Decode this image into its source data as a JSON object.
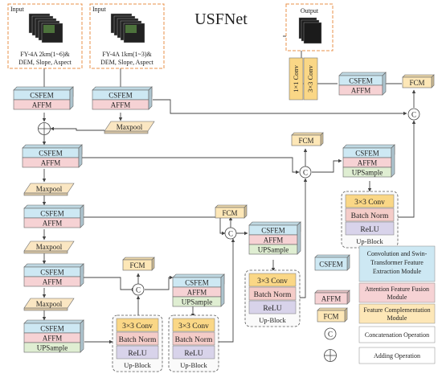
{
  "title": "USFNet",
  "inputs": [
    {
      "label": "Input",
      "caption_line1": "FY-4A 2km(1~6)&",
      "caption_line2": "DEM, Slope, Aspect"
    },
    {
      "label": "Input",
      "caption_line1": "FY-4A 1km(1~3)&",
      "caption_line2": "DEM, Slope, Aspect"
    }
  ],
  "output": {
    "label": "Output"
  },
  "blocks": {
    "csfem": "CSFEM",
    "affm": "AFFM",
    "upsample": "UPSample",
    "maxpool": "Maxpool",
    "fcm": "FCM",
    "conv1x1": "1×1 Conv",
    "conv3x3": "3×3 Conv",
    "batch_norm": "Batch Norm",
    "relu": "ReLU",
    "upblock": "Up-Block"
  },
  "ops": {
    "concat": "C"
  },
  "legend": [
    {
      "key": "CSFEM",
      "desc_lines": [
        "Convolution and Swin-",
        "Transformer Feature",
        "Extraction Module"
      ]
    },
    {
      "key": "AFFM",
      "desc_lines": [
        "Attention Feature Fusion",
        "Module"
      ]
    },
    {
      "key": "FCM",
      "desc_lines": [
        "Feature Complementation",
        "Module"
      ]
    },
    {
      "key": "C",
      "desc_lines": [
        "Concatenation Operation"
      ]
    },
    {
      "key": "",
      "desc_lines": [
        "Adding Operation"
      ]
    }
  ],
  "colors": {
    "csfem": "#cde8f3",
    "affm": "#f6d2d4",
    "upsample": "#dfeed2",
    "maxpool": "#fae6c2",
    "fcm": "#fde7b7",
    "conv3x3": "#fad786",
    "batch_norm": "#f4ccc8",
    "relu": "#d8d3ea",
    "input_border": "#e8904a",
    "line": "#444444"
  }
}
